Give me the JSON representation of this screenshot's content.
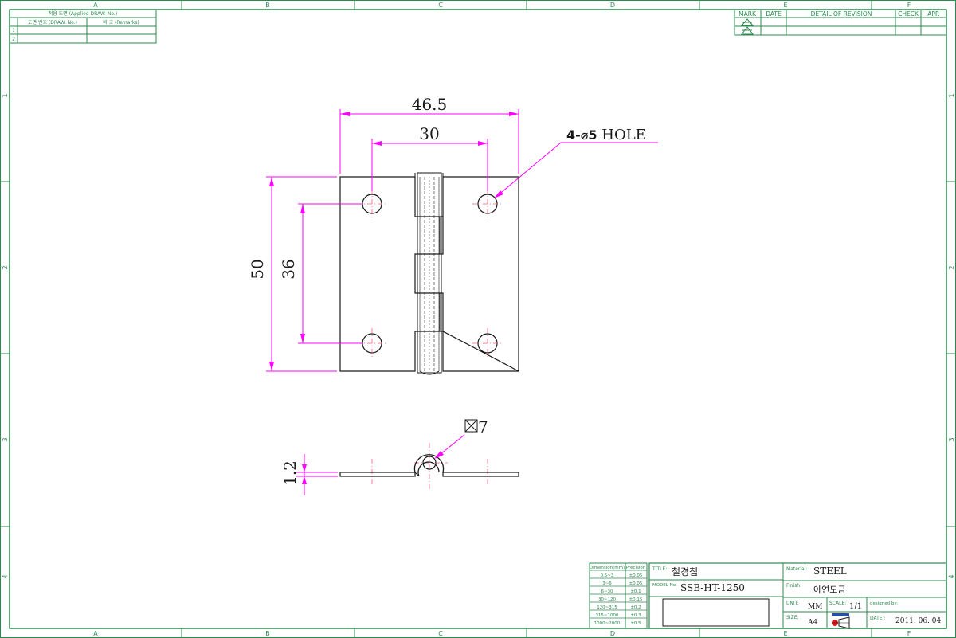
{
  "frame": {
    "columns": [
      "A",
      "B",
      "C",
      "D",
      "E",
      "F"
    ],
    "rows": [
      "1",
      "2",
      "3",
      "4"
    ]
  },
  "applied_table": {
    "header": "적용 도면 (Applied DRAW. No.)",
    "col_drawing": "도면 번호 (DRAW. No.)",
    "col_remarks": "비 고 (Remarks)",
    "rows": [
      "1",
      "2"
    ]
  },
  "revision_table": {
    "headers": [
      "MARK",
      "DATE",
      "DETAIL OF REVISION",
      "CHECK",
      "APP."
    ]
  },
  "dimensions": {
    "overall_width": "46.5",
    "hole_spacing_x": "30",
    "overall_height": "50",
    "hole_spacing_y": "36",
    "hole_callout_prefix": "4-",
    "hole_callout_diam": "⌀5",
    "hole_callout_suffix": " HOLE",
    "pin_size": "7",
    "thickness": "1.2"
  },
  "tolerance_table": {
    "header_dim": "Dimension(mm)",
    "header_prec": "Precision",
    "rows": [
      [
        "0.5~3",
        "±0.05"
      ],
      [
        "3~6",
        "±0.05"
      ],
      [
        "6~30",
        "±0.1"
      ],
      [
        "30~120",
        "±0.15"
      ],
      [
        "120~315",
        "±0.2"
      ],
      [
        "315~1000",
        "±0.3"
      ],
      [
        "1000~2000",
        "±0.5"
      ]
    ]
  },
  "title_block": {
    "title_label": "TITLE:",
    "title": "철경첩",
    "model_label": "MODEL No.",
    "model": "SSB-HT-1250",
    "material_label": "Material:",
    "material": "STEEL",
    "finish_label": "Finish:",
    "finish": "아연도금",
    "unit_label": "UNIT:",
    "unit": "MM",
    "scale_label": "SCALE:",
    "scale": "1/1",
    "designed_label": "designed by:",
    "size_label": "SIZE:",
    "size": "A4",
    "date_label": "DATE :",
    "date": "2011. 06. 04"
  }
}
